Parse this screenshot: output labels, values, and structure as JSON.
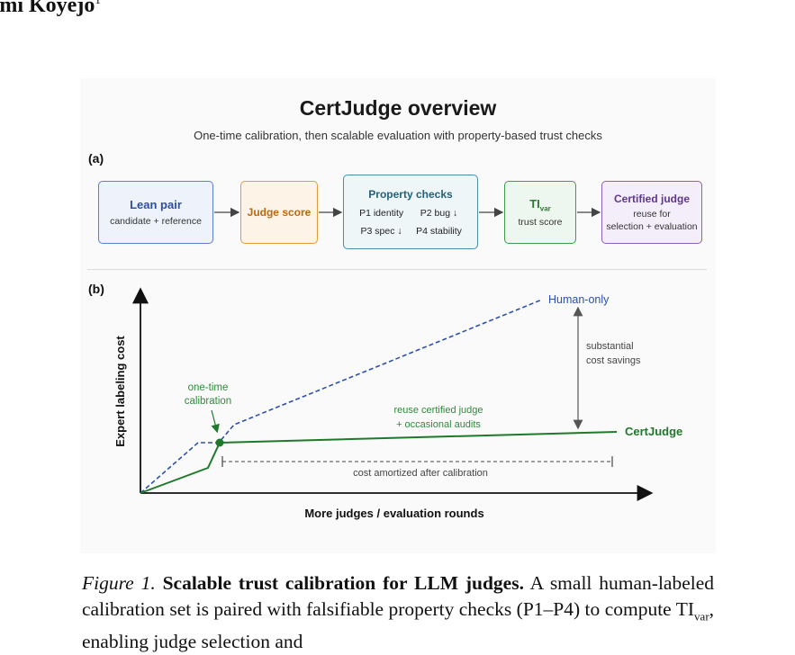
{
  "header": {
    "author_fragment": "nmi Koyejo",
    "author_affiliation": "1"
  },
  "figure": {
    "title": "CertJudge overview",
    "subtitle": "One-time calibration, then scalable evaluation with property-based trust checks",
    "panel_a": {
      "label": "(a)",
      "boxes": [
        {
          "title": "Lean pair",
          "subtitle": "candidate + reference"
        },
        {
          "title": "Judge score"
        },
        {
          "title": "Property checks",
          "items": [
            "P1 identity",
            "P2 bug ↓",
            "P3 spec ↓",
            "P4 stability"
          ]
        },
        {
          "title": "TI",
          "title_sub": "var",
          "subtitle": "trust score"
        },
        {
          "title": "Certified judge",
          "subtitle_lines": [
            "reuse for",
            "selection + evaluation"
          ]
        }
      ],
      "colors": {
        "blue": "#5b7fcf",
        "orange": "#e39b3a",
        "teal": "#4a8fa3",
        "green": "#3f9a4b",
        "purple": "#8a5fb5"
      }
    },
    "panel_b": {
      "label": "(b)",
      "xlabel": "More judges / evaluation rounds",
      "ylabel": "Expert labeling cost",
      "series_names": {
        "human": "Human-only",
        "cert": "CertJudge"
      },
      "annotations": {
        "calibration": [
          "one-time",
          "calibration"
        ],
        "reuse": [
          "reuse certified judge",
          "+ occasional audits"
        ],
        "savings": [
          "substantial",
          "cost savings"
        ],
        "amortized": "cost amortized after calibration"
      },
      "colors": {
        "human": "#2c4fb0",
        "cert": "#1e7a2a",
        "calibration_text": "#2e8b3a",
        "annotation": "#444444"
      }
    }
  },
  "caption": {
    "label": "Figure 1.",
    "bold": "Scalable trust calibration for LLM judges.",
    "line1_rest": " A small",
    "line2": "human-labeled calibration set is paired with falsifiable property",
    "line3": "checks (P1–P4) to compute TI",
    "line3_sub": "var",
    "line3_rest": ", enabling judge selection and"
  }
}
